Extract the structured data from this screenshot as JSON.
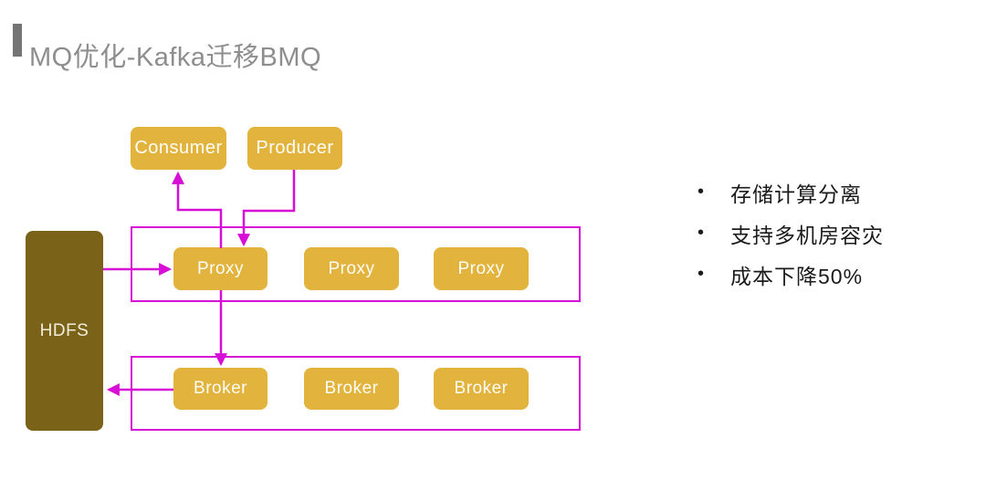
{
  "header": {
    "title": "MQ优化-Kafka迁移BMQ",
    "accent_bar_color": "#757575",
    "title_color": "#8e8e8e"
  },
  "diagram": {
    "colors": {
      "node_fill": "#E2B33D",
      "node_text": "#fdfdf8",
      "hdfs_fill": "#7A6318",
      "connector": "#D60ED6"
    },
    "nodes": {
      "consumer": {
        "label": "Consumer"
      },
      "producer": {
        "label": "Producer"
      },
      "hdfs": {
        "label": "HDFS"
      },
      "proxies": [
        {
          "label": "Proxy"
        },
        {
          "label": "Proxy"
        },
        {
          "label": "Proxy"
        }
      ],
      "brokers": [
        {
          "label": "Broker"
        },
        {
          "label": "Broker"
        },
        {
          "label": "Broker"
        }
      ]
    },
    "connectors": [
      {
        "from": "proxy-1",
        "to": "consumer"
      },
      {
        "from": "producer",
        "to": "proxy-1"
      },
      {
        "from": "proxy-1",
        "to": "broker-1"
      },
      {
        "from": "broker-1",
        "to": "hdfs"
      },
      {
        "from": "hdfs",
        "to": "proxy-1"
      }
    ]
  },
  "bullets": {
    "marker": "•",
    "items": [
      {
        "text": "存储计算分离"
      },
      {
        "text": "支持多机房容灾"
      },
      {
        "text": "成本下降50%"
      }
    ]
  }
}
